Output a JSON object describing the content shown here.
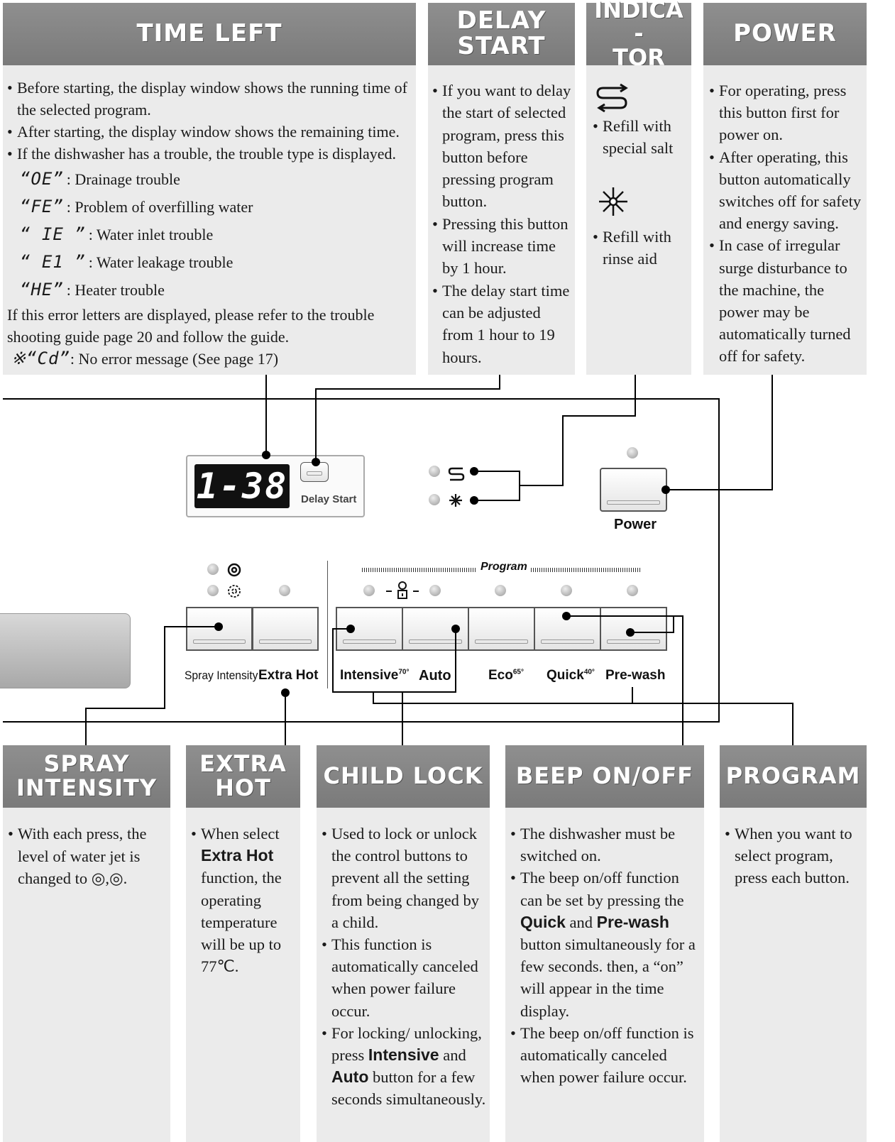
{
  "sections": {
    "time_left": {
      "title": "TIME LEFT",
      "bullets": [
        "Before starting, the display window shows the running time of the selected program.",
        "After starting, the display window shows  the remaining time.",
        "If the dishwasher has a trouble, the trouble type is displayed."
      ],
      "errors": [
        {
          "code": "“OE”",
          "desc": ": Drainage trouble"
        },
        {
          "code": "“FE”",
          "desc": ": Problem of overfilling water"
        },
        {
          "code": "“ IE ”",
          "desc": ": Water inlet trouble"
        },
        {
          "code": "“ E1 ”",
          "desc": ": Water leakage trouble"
        },
        {
          "code": "“HE”",
          "desc": ": Heater trouble"
        }
      ],
      "note": "If this error letters are displayed, please refer to the trouble shooting guide page 20 and follow the guide.",
      "footnote_code": "※“Cd”",
      "footnote_text": ": No error message (See page 17)"
    },
    "delay_start": {
      "title": "DELAY\nSTART",
      "bullets": [
        "If you want to delay the start of selected program, press this button before pressing program button.",
        "Pressing this button will increase time by 1 hour.",
        "The delay start time can be adjusted from 1 hour to 19 hours."
      ]
    },
    "indicator": {
      "title": "INDICA -\nTOR",
      "salt_text": "Refill with special salt",
      "rinse_text": "Refill with rinse aid"
    },
    "power": {
      "title": "POWER",
      "bullets": [
        "For operating, press this button first for power on.",
        "After operating, this button automatically switches off for safety and energy saving.",
        "In case of irregular surge disturbance to the machine, the power may be automatically turned off for safety."
      ]
    },
    "spray_intensity": {
      "title": "SPRAY\nINTENSITY",
      "text": "With each press, the level of water jet is changed to ◎,◎."
    },
    "extra_hot": {
      "title": "EXTRA\nHOT",
      "t1": "When select",
      "bold": "Extra Hot",
      "t2": "function, the operating temperature will be up to 77℃."
    },
    "child_lock": {
      "title": "CHILD LOCK",
      "b1": "Used to lock or unlock the control buttons to prevent all the setting from being changed by a child.",
      "b2": "This function is automatically canceled when power failure occur.",
      "b3_t1": "For locking/ unlocking, press",
      "b3_bold1": "Intensive",
      "b3_t2": "and",
      "b3_bold2": "Auto",
      "b3_t3": "button for a few seconds simultaneously."
    },
    "beep": {
      "title": "BEEP ON/OFF",
      "b1": "The dishwasher must be switched on.",
      "b2_t1": "The beep on/off function can be set by pressing the",
      "b2_bold1": "Quick",
      "b2_t2": "and",
      "b2_bold2": "Pre-wash",
      "b2_t3": "button simultaneously for a few seconds. then, a “on” will appear in the time display.",
      "b3": "The beep on/off function is automatically canceled when power failure occur."
    },
    "program": {
      "title": "PROGRAM",
      "text": "When you want to select program, press each button."
    }
  },
  "panel": {
    "display_value": "1-38",
    "delay_start_label": "Delay Start",
    "power_label": "Power",
    "program_label": "Program",
    "spray_intensity_label": "Spray Intensity",
    "extra_hot_label": "Extra Hot",
    "intensive_label": "Intensive",
    "intensive_temp": "70°",
    "auto_label": "Auto",
    "eco_label": "Eco",
    "eco_temp": "65°",
    "quick_label": "Quick",
    "quick_temp": "40°",
    "prewash_label": "Pre-wash"
  },
  "colors": {
    "header_bg": "#828282",
    "body_bg": "#ebebeb",
    "display_digits": "#ffffff",
    "line": "#000000"
  }
}
